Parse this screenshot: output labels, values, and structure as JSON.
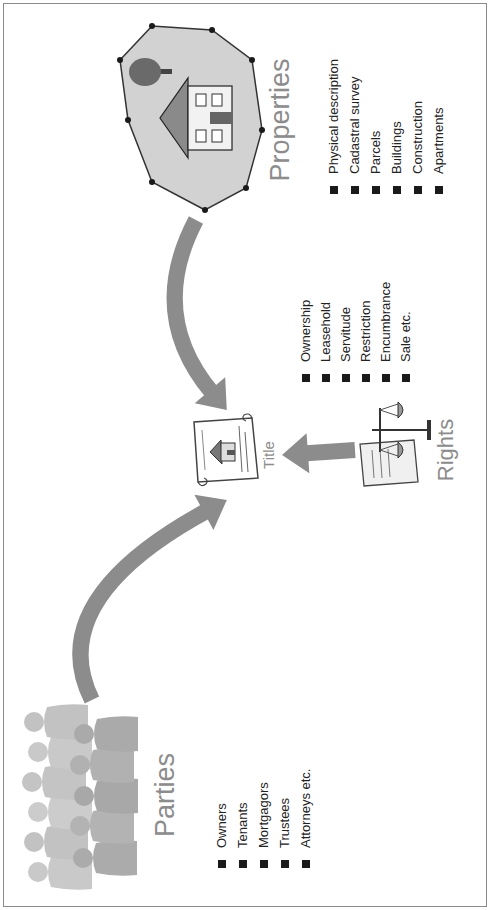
{
  "diagram": {
    "nodes": [
      {
        "text": [
          "Parties"
        ]
      },
      {
        "text": [
          "Title"
        ]
      },
      {
        "text": [
          "Properties"
        ]
      },
      {
        "text": [
          "Rights"
        ]
      }
    ],
    "edges": [
      {
        "from": 0,
        "to": 1,
        "arrow": "to"
      },
      {
        "from": 2,
        "to": 1,
        "arrow": "to"
      },
      {
        "from": 3,
        "to": 1,
        "arrow": "to"
      }
    ],
    "labels": [
      "Owners",
      "Tenants",
      "Mortgagors",
      "Trustees",
      "Attorneys etc.",
      "Ownership",
      "Leasehold",
      "Servitude",
      "Restriction",
      "Encumbrance",
      "Sale etc.",
      "Physical description",
      "Cadastral survey",
      "Parcels",
      "Buildings",
      "Construction",
      "Apartments"
    ]
  }
}
